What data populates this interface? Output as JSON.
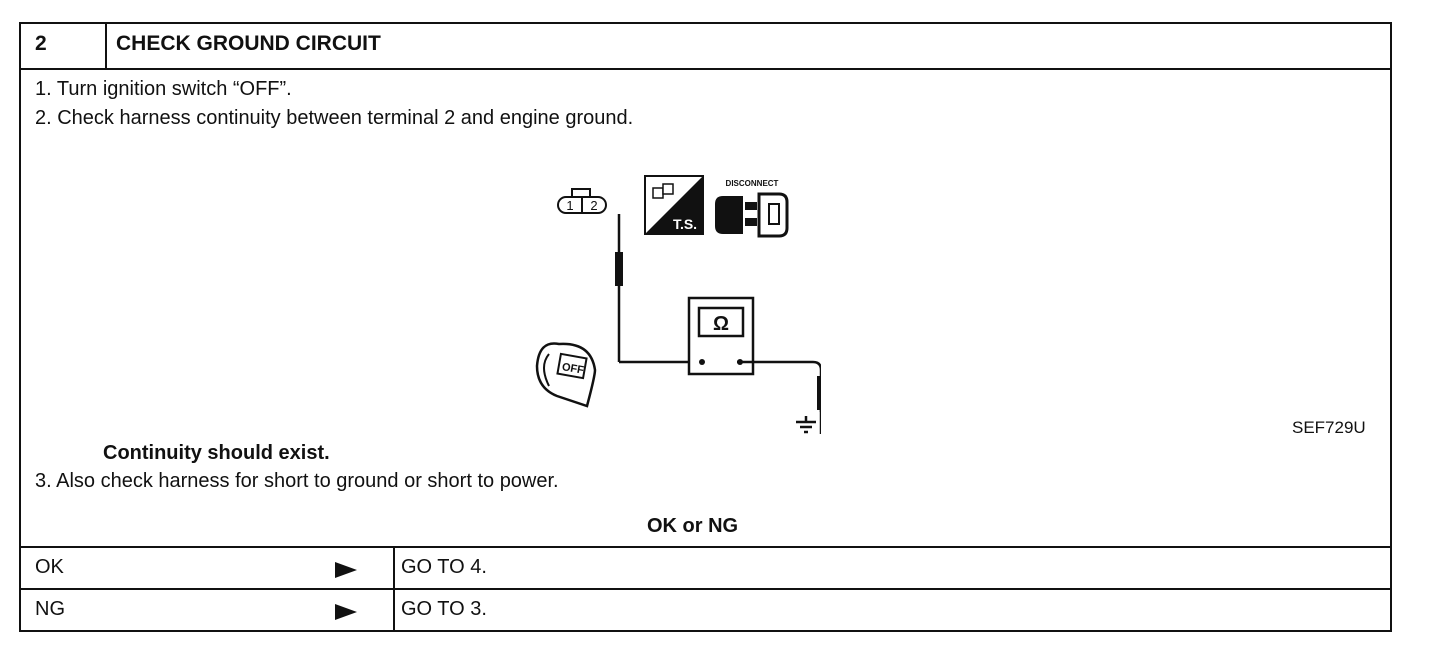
{
  "step": {
    "number": "2",
    "title": "CHECK GROUND CIRCUIT"
  },
  "instructions": {
    "line1": "1. Turn ignition switch “OFF”.",
    "line2": "2. Check harness continuity between terminal 2 and engine ground.",
    "line3": "3. Also check harness for short to ground or short to power."
  },
  "figure": {
    "code": "SEF729U",
    "connector_pins": [
      "1",
      "2"
    ],
    "ts_label": "T.S.",
    "disconnect_label": "DISCONNECT",
    "meter_symbol": "Ω",
    "key_label": "OFF"
  },
  "spec": "Continuity should exist.",
  "result_header": "OK or NG",
  "results": [
    {
      "label": "OK",
      "action": "GO TO 4."
    },
    {
      "label": "NG",
      "action": "GO TO 3."
    }
  ],
  "icons": [
    "connector-icon",
    "ts-icon",
    "disconnect-icon",
    "ohmmeter-icon",
    "ignition-key-icon",
    "ground-icon",
    "arrow-right-icon"
  ]
}
